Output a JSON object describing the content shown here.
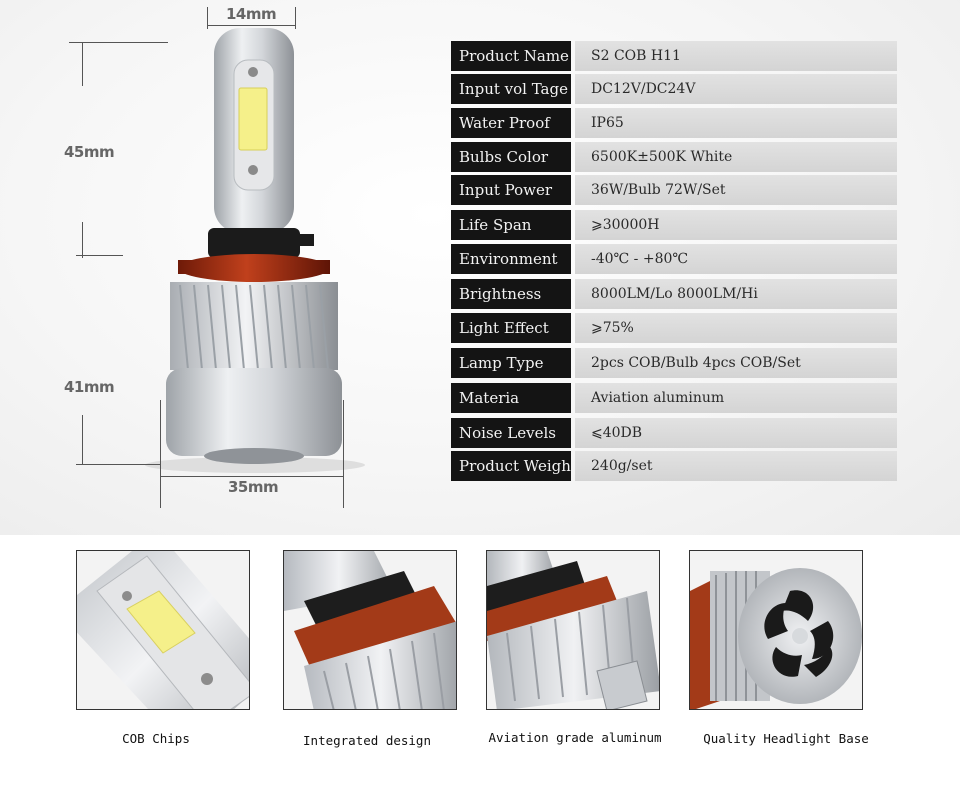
{
  "dimensions": {
    "top_width": "14mm",
    "upper_height": "45mm",
    "lower_height": "41mm",
    "base_width": "35mm"
  },
  "specs": [
    {
      "label": "Product Name",
      "value": "S2 COB H11"
    },
    {
      "label": "Input vol Tage",
      "value": "DC12V/DC24V"
    },
    {
      "label": "Water Proof",
      "value": "IP65"
    },
    {
      "label": "Bulbs Color",
      "value": "6500K±500K White"
    },
    {
      "label": "Input Power",
      "value": "36W/Bulb  72W/Set"
    },
    {
      "label": "Life Span",
      "value": "⩾30000H"
    },
    {
      "label": "Environment",
      "value": "-40℃ - +80℃"
    },
    {
      "label": "Brightness",
      "value": "8000LM/Lo  8000LM/Hi"
    },
    {
      "label": "Light Effect",
      "value": "⩾75%"
    },
    {
      "label": "Lamp Type",
      "value": "2pcs COB/Bulb  4pcs COB/Set"
    },
    {
      "label": "Materia",
      "value": "Aviation aluminum"
    },
    {
      "label": "Noise Levels",
      "value": "⩽40DB"
    },
    {
      "label": "Product Weight",
      "value": "240g/set"
    }
  ],
  "features": [
    {
      "caption": "COB Chips"
    },
    {
      "caption": "Integrated design"
    },
    {
      "caption": "Aviation grade aluminum"
    },
    {
      "caption": "Quality Headlight Base"
    }
  ],
  "colors": {
    "label_bg": "#141414",
    "value_bg": "#dcdcdc",
    "socket_red": "#9c2a12",
    "silver": "#cfd2d6",
    "chip_yellow": "#f5f08a"
  }
}
